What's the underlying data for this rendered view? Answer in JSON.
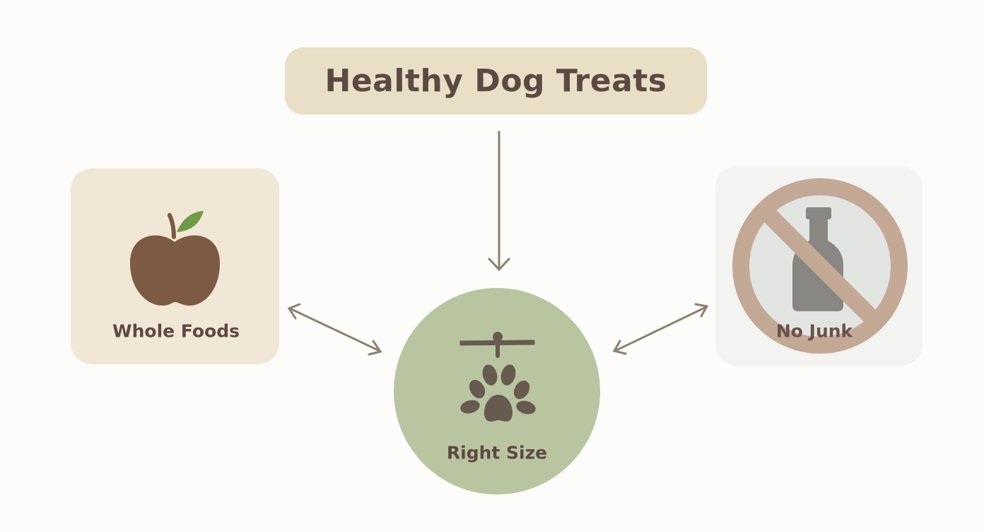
{
  "title": "Healthy Dog Treats",
  "nodes": [
    {
      "label": "Whole Foods",
      "icon": "apple-icon"
    },
    {
      "label": "Right Size",
      "icon": "paw-scale-icon"
    },
    {
      "label": "No Junk",
      "icon": "no-bottle-icon"
    }
  ],
  "colors": {
    "title_bg": "#e9dec6",
    "text": "#5e4a42",
    "center": "#b9c5a1",
    "arrow": "#8c8070",
    "no_sign": "#c4a896"
  }
}
